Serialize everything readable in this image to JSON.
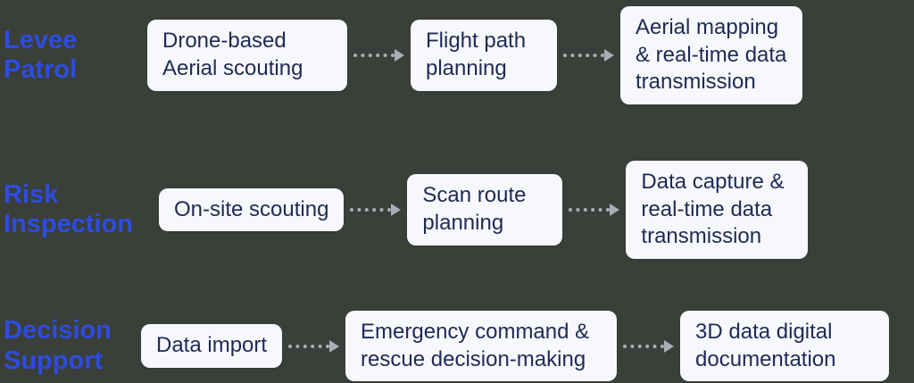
{
  "colors": {
    "background": "#3b3f3a",
    "accent": "#2d4ce0",
    "box-bg": "#f7f8fc",
    "box-text": "#1e2a55",
    "arrow": "#a9aeb6"
  },
  "rows": [
    {
      "label": "Levee Patrol",
      "steps": [
        "Drone-based Aerial scouting",
        "Flight path planning",
        "Aerial mapping & real-time data transmission"
      ]
    },
    {
      "label": "Risk Inspection",
      "steps": [
        "On-site scouting",
        "Scan route planning",
        "Data capture & real-time data transmission"
      ]
    },
    {
      "label": "Decision Support",
      "steps": [
        "Data import",
        "Emergency command & rescue decision-making",
        "3D data digital documentation"
      ]
    }
  ]
}
